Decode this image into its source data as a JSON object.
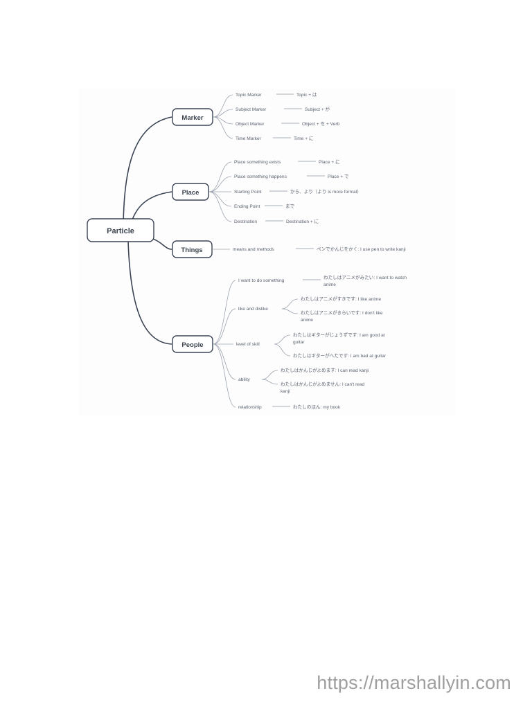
{
  "watermark": "https://marshallyin.com",
  "root": {
    "label": "Particle"
  },
  "branches": [
    {
      "label": "Marker",
      "children": [
        {
          "label": "Topic Marker",
          "value": "Topic + は"
        },
        {
          "label": "Subject Marker",
          "value": "Subject + が"
        },
        {
          "label": "Object Marker",
          "value": "Object + を + Verb"
        },
        {
          "label": "Time Marker",
          "value": "Time + に"
        }
      ]
    },
    {
      "label": "Place",
      "children": [
        {
          "label": "Place something exists",
          "value": "Place + に"
        },
        {
          "label": "Place something happens",
          "value": "Place + で"
        },
        {
          "label": "Starting Point",
          "value": "から、より（より is more formal）"
        },
        {
          "label": "Ending Point",
          "value": "まで"
        },
        {
          "label": "Destination",
          "value": "Destination + に"
        }
      ]
    },
    {
      "label": "Things",
      "children": [
        {
          "label": "means and methods",
          "value": "ペンでかんじをかく: I use pen to write kanji"
        }
      ]
    },
    {
      "label": "People",
      "children": [
        {
          "label": "I want to do something",
          "values": [
            "わたしはアニメがみたい: I want to watch anime"
          ]
        },
        {
          "label": "like and dislike",
          "values": [
            "わたしはアニメがすきです: I like anime",
            "わたしはアニメがきらいです: I don't like anime"
          ]
        },
        {
          "label": "level of skill",
          "values": [
            "わたしはギターがじょうずです: I am good at guitar",
            "わたしはギターがへたです: I am bad at guitar"
          ]
        },
        {
          "label": "ability",
          "values": [
            "わたしはかんじがよめます: I can read kanji",
            "わたしはかんじがよめません: I can't read kanji"
          ]
        },
        {
          "label": "relationship",
          "values": [
            "わたしのほん: my book"
          ]
        }
      ]
    }
  ],
  "colors": {
    "node_border": "#3a4454",
    "node_text": "#3c4450",
    "leaf_text": "#5a6270",
    "branch_line": "#3a4454",
    "twig_line": "#9aa2ae",
    "watermark": "#9e9e9e"
  }
}
